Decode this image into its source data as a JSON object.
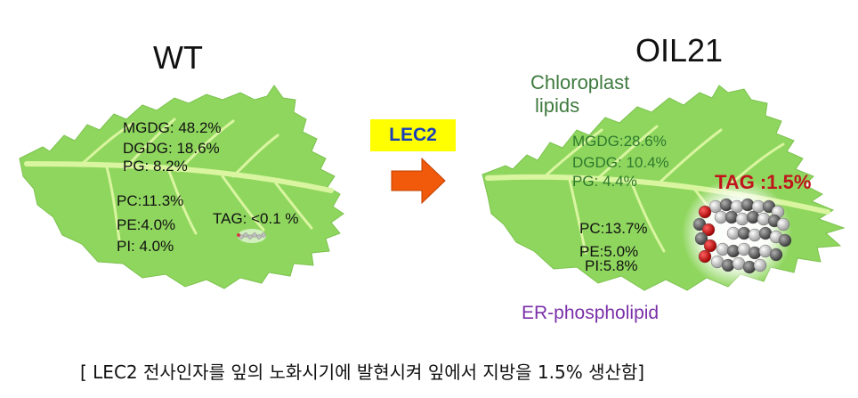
{
  "wt": {
    "title": "WT",
    "mgdg": "MGDG: 48.2%",
    "dgdg": "DGDG: 18.6%",
    "pg": "PG: 8.2%",
    "pc": "PC:11.3%",
    "pe": "PE:4.0%",
    "pi": "PI: 4.0%",
    "tag": "TAG: <0.1 %"
  },
  "oil21": {
    "title": "OIL21",
    "chloroplast_line1": "Chloroplast",
    "chloroplast_line2": "lipids",
    "mgdg": "MGDG:28.6%",
    "dgdg": "DGDG: 10.4%",
    "pg": "PG: 4.4%",
    "pc": "PC:13.7%",
    "pe": "PE:5.0%",
    "pi": "PI:5.8%",
    "tag": "TAG :1.5%",
    "er_label": "ER-phospholipid"
  },
  "arrow": {
    "label": "LEC2"
  },
  "caption": "[ LEC2 전사인자를 잎의 노화시기에 발현시켜 잎에서 지방을 1.5% 생산함]",
  "colors": {
    "leaf": "#8fd65e",
    "vein": "#d9f5a0",
    "arrow": "#f05a0a",
    "lec2_bg": "#ffff00",
    "lec2_text": "#1a3fb8",
    "tag_red": "#c0141c",
    "er_purple": "#7a2fa8",
    "chloro_green": "#3e7a3e"
  }
}
